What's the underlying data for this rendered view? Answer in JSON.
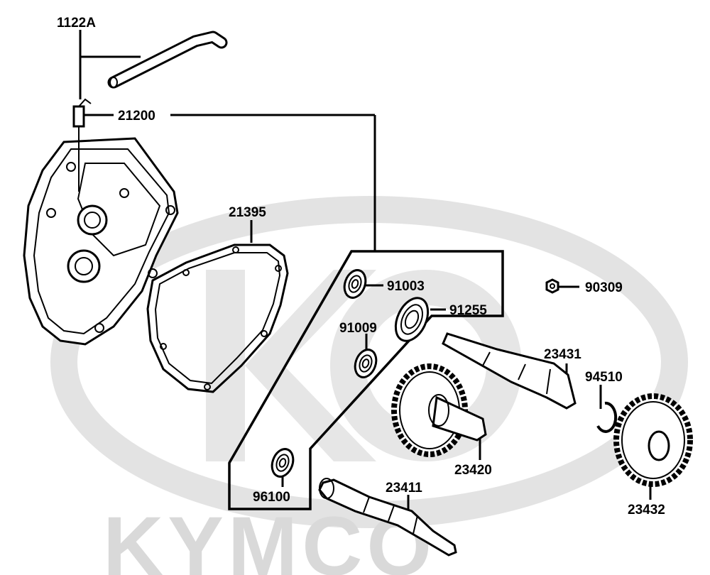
{
  "watermark": {
    "brand": "KYMCO"
  },
  "parts": {
    "p1122A": "1122A",
    "p21200": "21200",
    "p21395": "21395",
    "p91003": "91003",
    "p91255": "91255",
    "p91009": "91009",
    "p90309": "90309",
    "p23431": "23431",
    "p94510": "94510",
    "p23420": "23420",
    "p96100": "96100",
    "p23411": "23411",
    "p23432": "23432"
  }
}
